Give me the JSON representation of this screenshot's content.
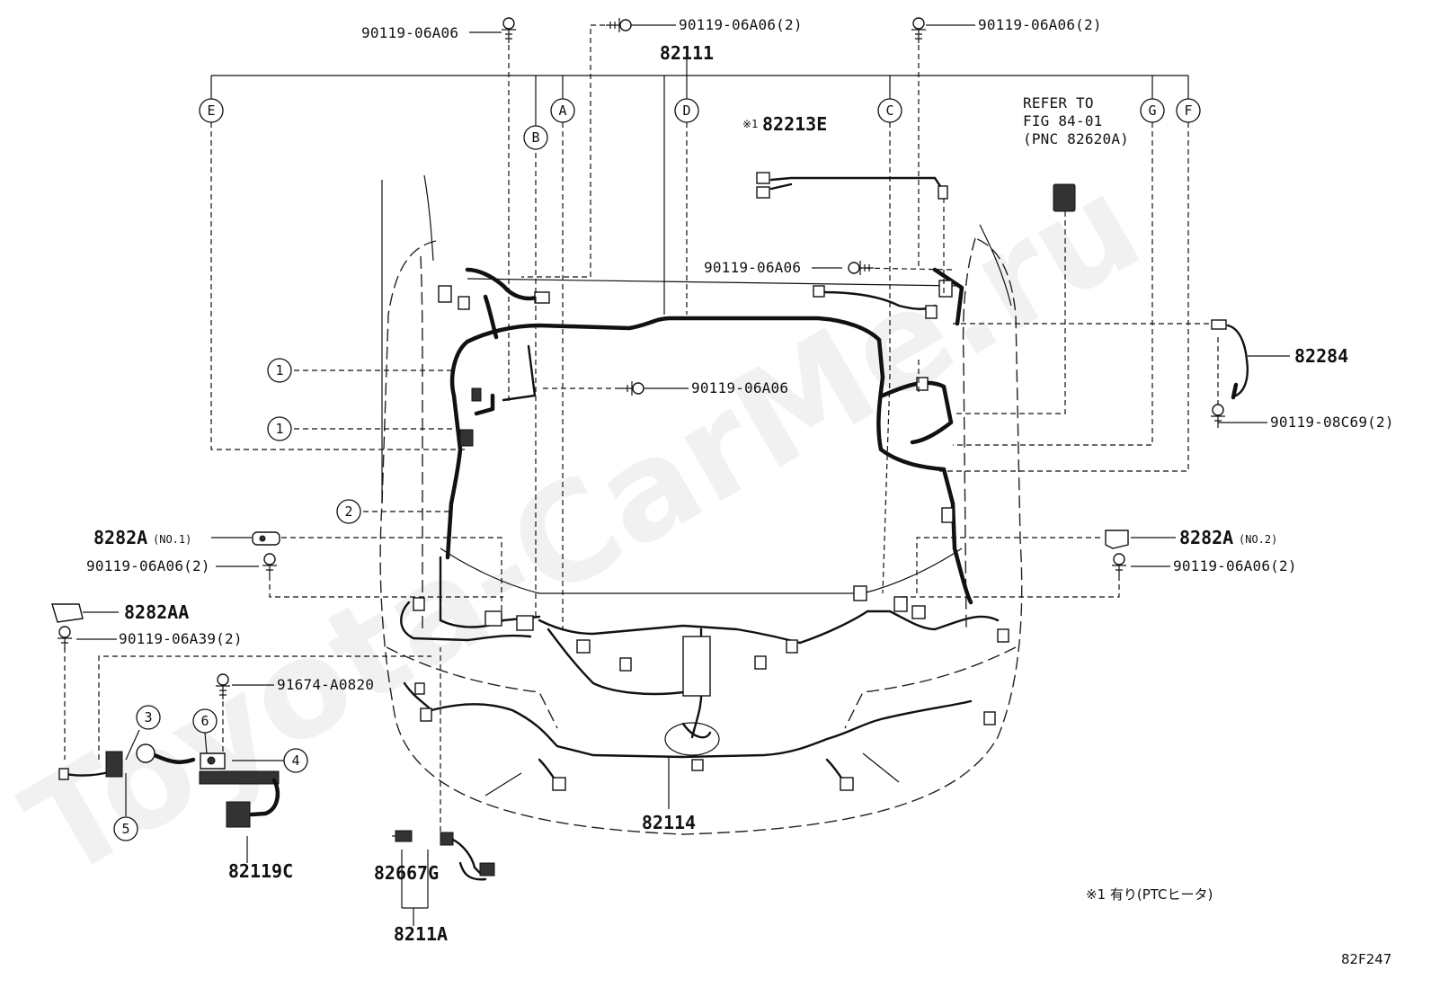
{
  "diagram": {
    "figure_code": "82F247",
    "watermark": "Toyota-CarMe.ru",
    "footnote": "※1 有り(PTCヒータ)",
    "refer_lines": [
      "REFER TO",
      "FIG 84-01",
      "(PNC 82620A)"
    ],
    "parts": {
      "main_harness": "82111",
      "harness_82213e": "82213E",
      "harness_82213e_mark": "※1",
      "sub_82284": "82284",
      "front_harness": "82114",
      "harness_82119c": "82119C",
      "harness_82667g": "82667G",
      "assy_8211a": "8211A",
      "bracket_no1": "8282A",
      "bracket_no1_suffix": "(NO.1)",
      "bracket_no2": "8282A",
      "bracket_no2_suffix": "(NO.2)",
      "bracket_aa": "8282AA"
    },
    "bolts": {
      "b1": "90119-06A06",
      "b2": "90119-06A06(2)",
      "b3": "90119-06A06(2)",
      "b4": "90119-06A06",
      "b5": "90119-06A06",
      "b6": "90119-08C69(2)",
      "b7": "90119-06A06(2)",
      "b8": "90119-06A06(2)",
      "b9": "90119-06A39(2)",
      "b10": "91674-A0820"
    },
    "letters": [
      "A",
      "B",
      "C",
      "D",
      "E",
      "F",
      "G"
    ],
    "numbers": [
      "1",
      "1",
      "2",
      "3",
      "4",
      "5",
      "6"
    ]
  }
}
